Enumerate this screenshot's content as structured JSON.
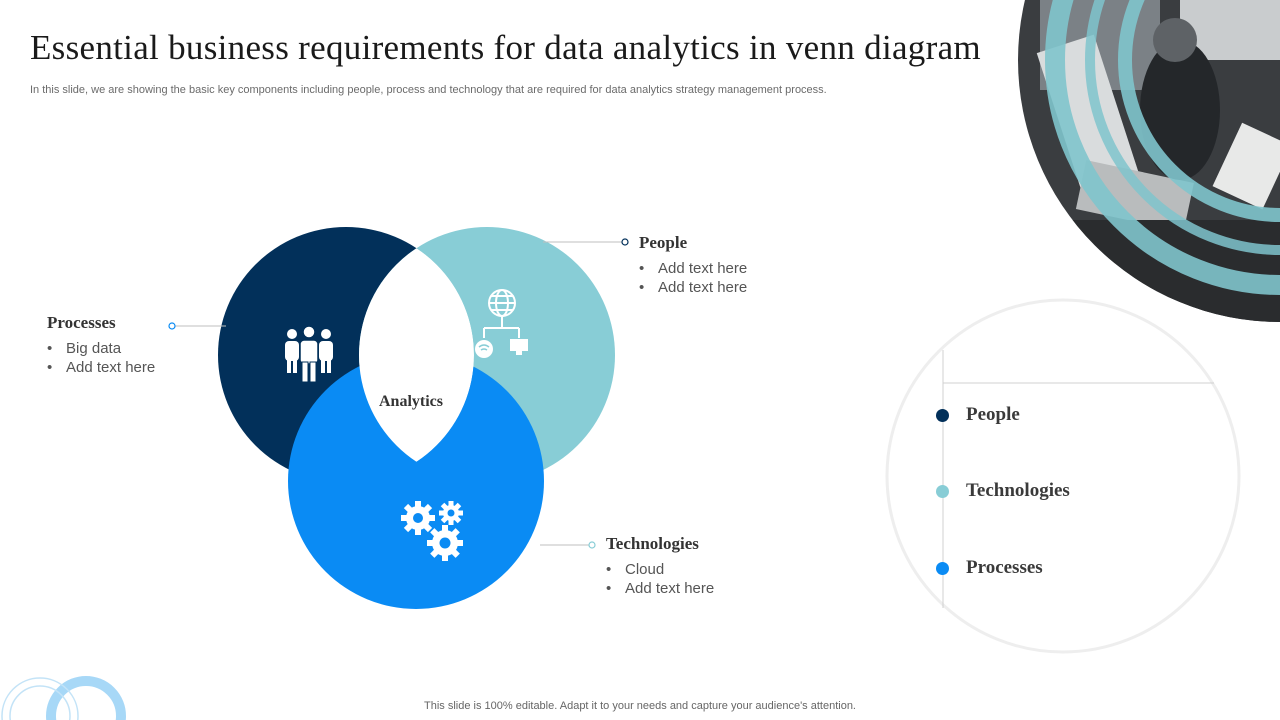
{
  "title": "Essential business requirements for data analytics in venn diagram",
  "subtitle": "In this slide, we are showing the basic key components including people, process and technology that are  required for data analytics strategy management process.",
  "footer": "This slide is 100% editable. Adapt it to your needs and capture your audience's attention.",
  "venn": {
    "center_label": "Analytics",
    "people": {
      "title": "People",
      "items": [
        "Add text here",
        "Add text here"
      ],
      "color": "#88CDD6"
    },
    "processes": {
      "title": "Processes",
      "items": [
        "Big data",
        "Add text here"
      ],
      "color": "#02305A"
    },
    "technologies": {
      "title": "Technologies",
      "items": [
        "Cloud",
        "Add text here"
      ],
      "color": "#0A8BF4"
    }
  },
  "legend": [
    {
      "label": "People",
      "color": "#02305A"
    },
    {
      "label": "Technologies",
      "color": "#88CDD6"
    },
    {
      "label": "Processes",
      "color": "#0A8BF4"
    }
  ],
  "icons": {
    "processes_circle": "people-group-icon",
    "people_circle": "network-globe-icon",
    "technologies_circle": "gears-icon"
  }
}
